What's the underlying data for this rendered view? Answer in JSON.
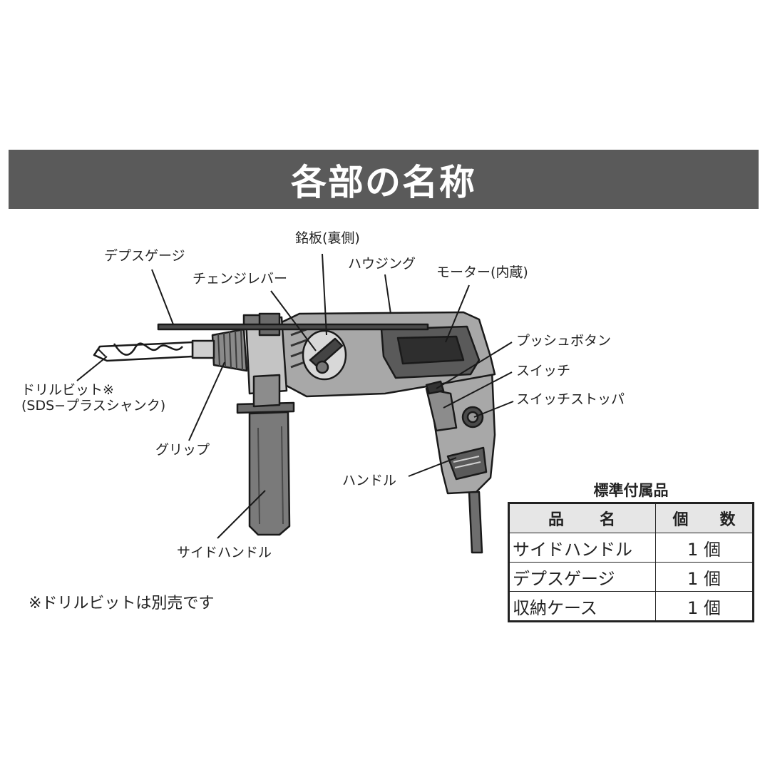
{
  "title": "各部の名称",
  "labels": {
    "depth_gauge": "デプスゲージ",
    "nameplate": "銘板(裏側)",
    "change_lever": "チェンジレバー",
    "housing": "ハウジング",
    "motor": "モーター(内蔵)",
    "push_button": "プッシュボタン",
    "switch": "スイッチ",
    "switch_stopper": "スイッチストッパ",
    "drill_bit_line1": "ドリルビット※",
    "drill_bit_line2": "(SDS−プラスシャンク)",
    "grip": "グリップ",
    "handle": "ハンドル",
    "side_handle": "サイドハンドル"
  },
  "note": "※ドリルビットは別売です",
  "accessories": {
    "title": "標準付属品",
    "headers": [
      "品　　名",
      "個　　数"
    ],
    "rows": [
      {
        "name": "サイドハンドル",
        "qty": "1 個"
      },
      {
        "name": "デプスゲージ",
        "qty": "1 個"
      },
      {
        "name": "収納ケース",
        "qty": "1 個"
      }
    ]
  },
  "colors": {
    "title_bar": "#5a5a5a",
    "drill_body": "#a8a8a8",
    "drill_dark": "#555555",
    "table_header": "#e6e6e6"
  },
  "icons": {
    "drill": "hammer-drill-illustration"
  }
}
